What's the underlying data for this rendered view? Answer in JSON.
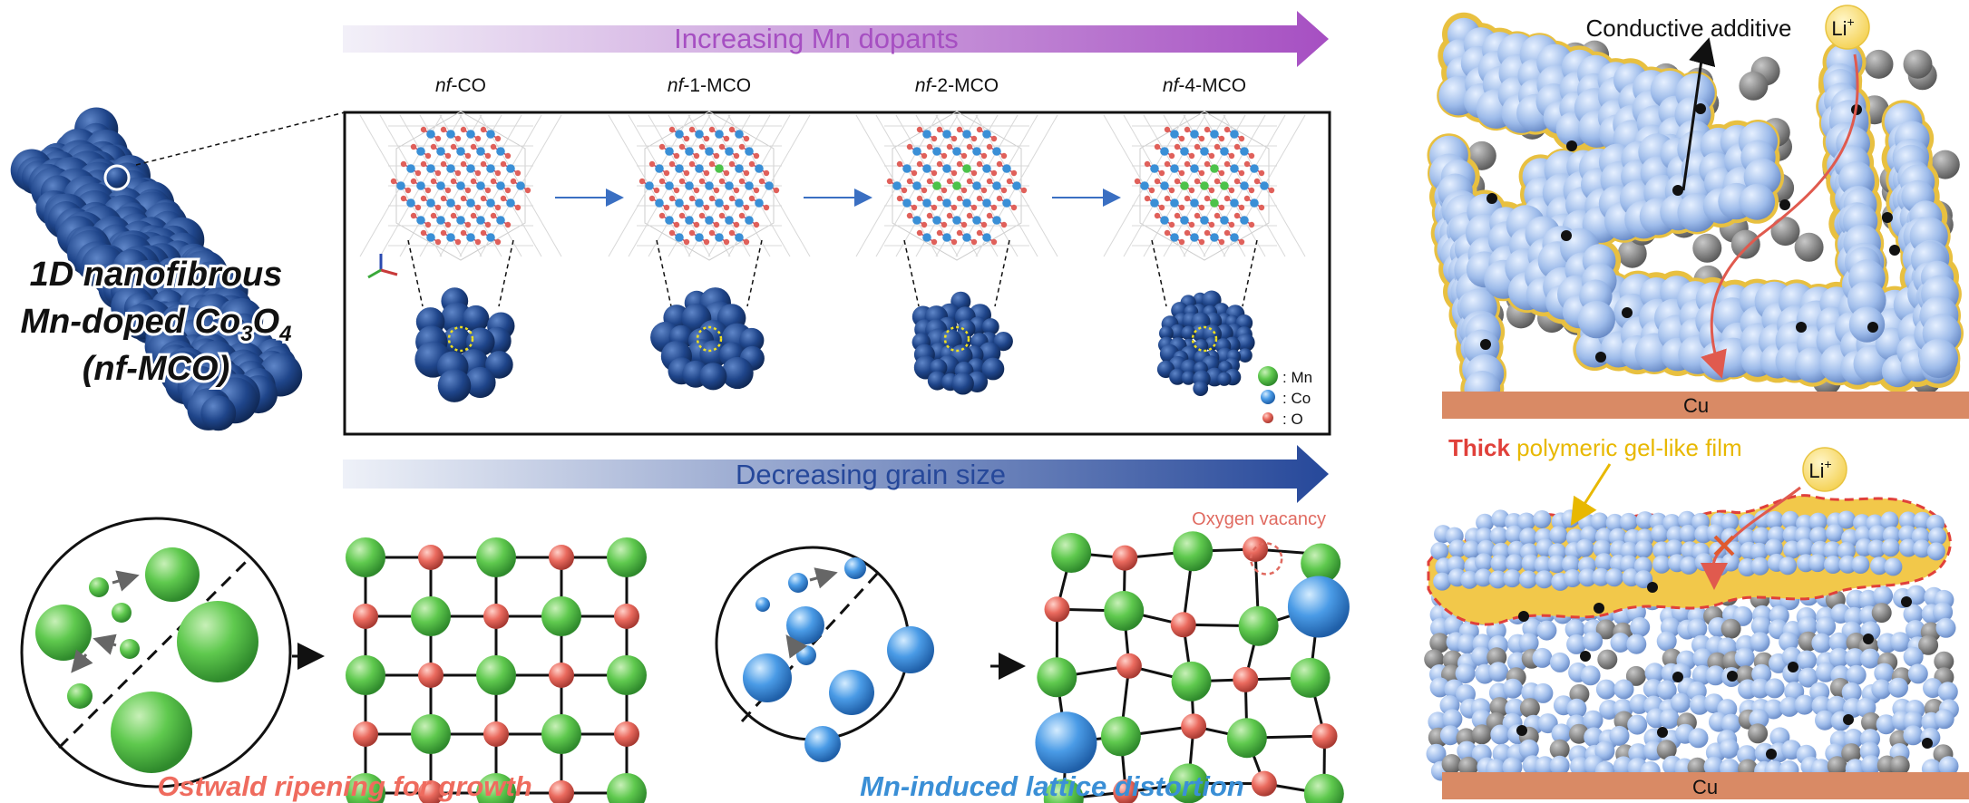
{
  "top_arrow": {
    "label": "Increasing Mn dopants"
  },
  "samples": [
    {
      "prefix": "nf",
      "suffix": "-CO"
    },
    {
      "prefix": "nf",
      "suffix": "-1-MCO"
    },
    {
      "prefix": "nf",
      "suffix": "-2-MCO"
    },
    {
      "prefix": "nf",
      "suffix": "-4-MCO"
    }
  ],
  "fiber": {
    "line1": "1D nanofibrous",
    "line2_pre": "Mn-doped Co",
    "line2_sub1": "3",
    "line2_mid": "O",
    "line2_sub2": "4",
    "line3": "(nf-MCO)"
  },
  "legend": [
    {
      "symbol": ": Mn",
      "color": "#4cc24a"
    },
    {
      "symbol": ": Co",
      "color": "#3a8fd6"
    },
    {
      "symbol": ": O",
      "color": "#e0605a"
    }
  ],
  "bottom_arrow": {
    "label": "Decreasing grain size"
  },
  "oxygen_vacancy": "Oxygen vacancy",
  "captions": {
    "left": "Ostwald ripening for growth",
    "right": "Mn-induced lattice distortion"
  },
  "right_panel": {
    "top": {
      "conductive_additive": "Conductive additive",
      "li_ion": "Li",
      "li_charge": "+",
      "current_collector": "Cu"
    },
    "bottom": {
      "thick": "Thick",
      "film": " polymeric gel-like film",
      "li_ion": "Li",
      "li_charge": "+",
      "current_collector": "Cu"
    }
  },
  "colors": {
    "mn": "#4cc24a",
    "co": "#3a8fd6",
    "o": "#e0605a",
    "top_arrow": "#a64fc2",
    "bottom_arrow": "#26489a",
    "dark_blue": "#1f3f7a",
    "cu": "#d98a65",
    "yellow": "#f0c000"
  }
}
